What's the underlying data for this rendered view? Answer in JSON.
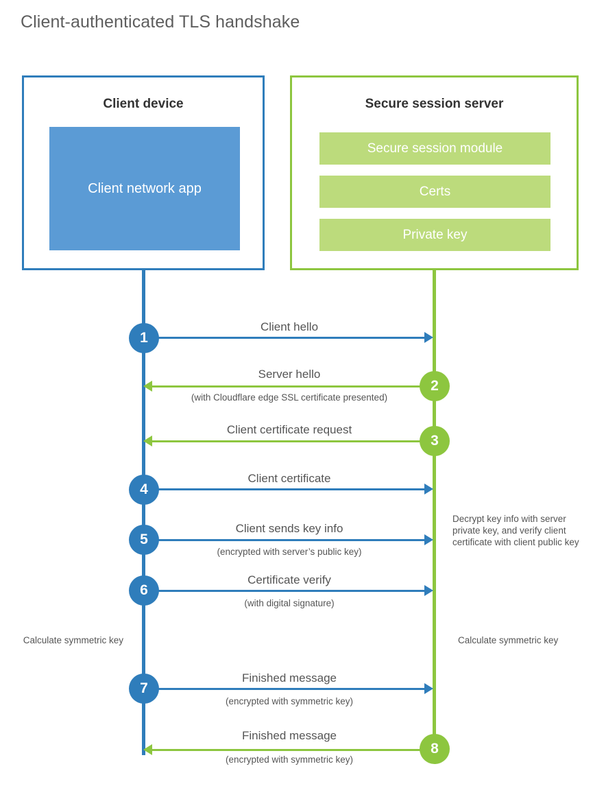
{
  "title": "Client-authenticated TLS handshake",
  "colors": {
    "client_blue": "#2f7dbb",
    "client_app_blue": "#5b9bd5",
    "server_green": "#8dc63f",
    "server_bar_green": "#bcdb7c",
    "text_gray": "#555555",
    "title_gray": "#5e5e5e"
  },
  "client": {
    "title": "Client device",
    "app_label": "Client network app"
  },
  "server": {
    "title": "Secure session server",
    "modules": [
      "Secure session module",
      "Certs",
      "Private key"
    ]
  },
  "steps": [
    {
      "number": "1",
      "label": "Client hello",
      "sublabel": "",
      "direction": "client-to-server",
      "color": "blue"
    },
    {
      "number": "2",
      "label": "Server hello",
      "sublabel": "(with Cloudflare edge SSL certificate presented)",
      "direction": "server-to-client",
      "color": "green"
    },
    {
      "number": "3",
      "label": "Client certificate request",
      "sublabel": "",
      "direction": "server-to-client",
      "color": "green"
    },
    {
      "number": "4",
      "label": "Client certificate",
      "sublabel": "",
      "direction": "client-to-server",
      "color": "blue"
    },
    {
      "number": "5",
      "label": "Client sends key info",
      "sublabel": "(encrypted with server’s public key)",
      "direction": "client-to-server",
      "color": "blue"
    },
    {
      "number": "6",
      "label": "Certificate verify",
      "sublabel": "(with digital signature)",
      "direction": "client-to-server",
      "color": "blue"
    },
    {
      "number": "7",
      "label": "Finished message",
      "sublabel": "(encrypted with symmetric key)",
      "direction": "client-to-server",
      "color": "blue"
    },
    {
      "number": "8",
      "label": "Finished message",
      "sublabel": "(encrypted with symmetric key)",
      "direction": "server-to-client",
      "color": "green"
    }
  ],
  "notes": {
    "server_decrypt": "Decrypt key info with server private key, and verify client certificate with client public key",
    "client_calculate": "Calculate symmetric key",
    "server_calculate": "Calculate symmetric key"
  }
}
